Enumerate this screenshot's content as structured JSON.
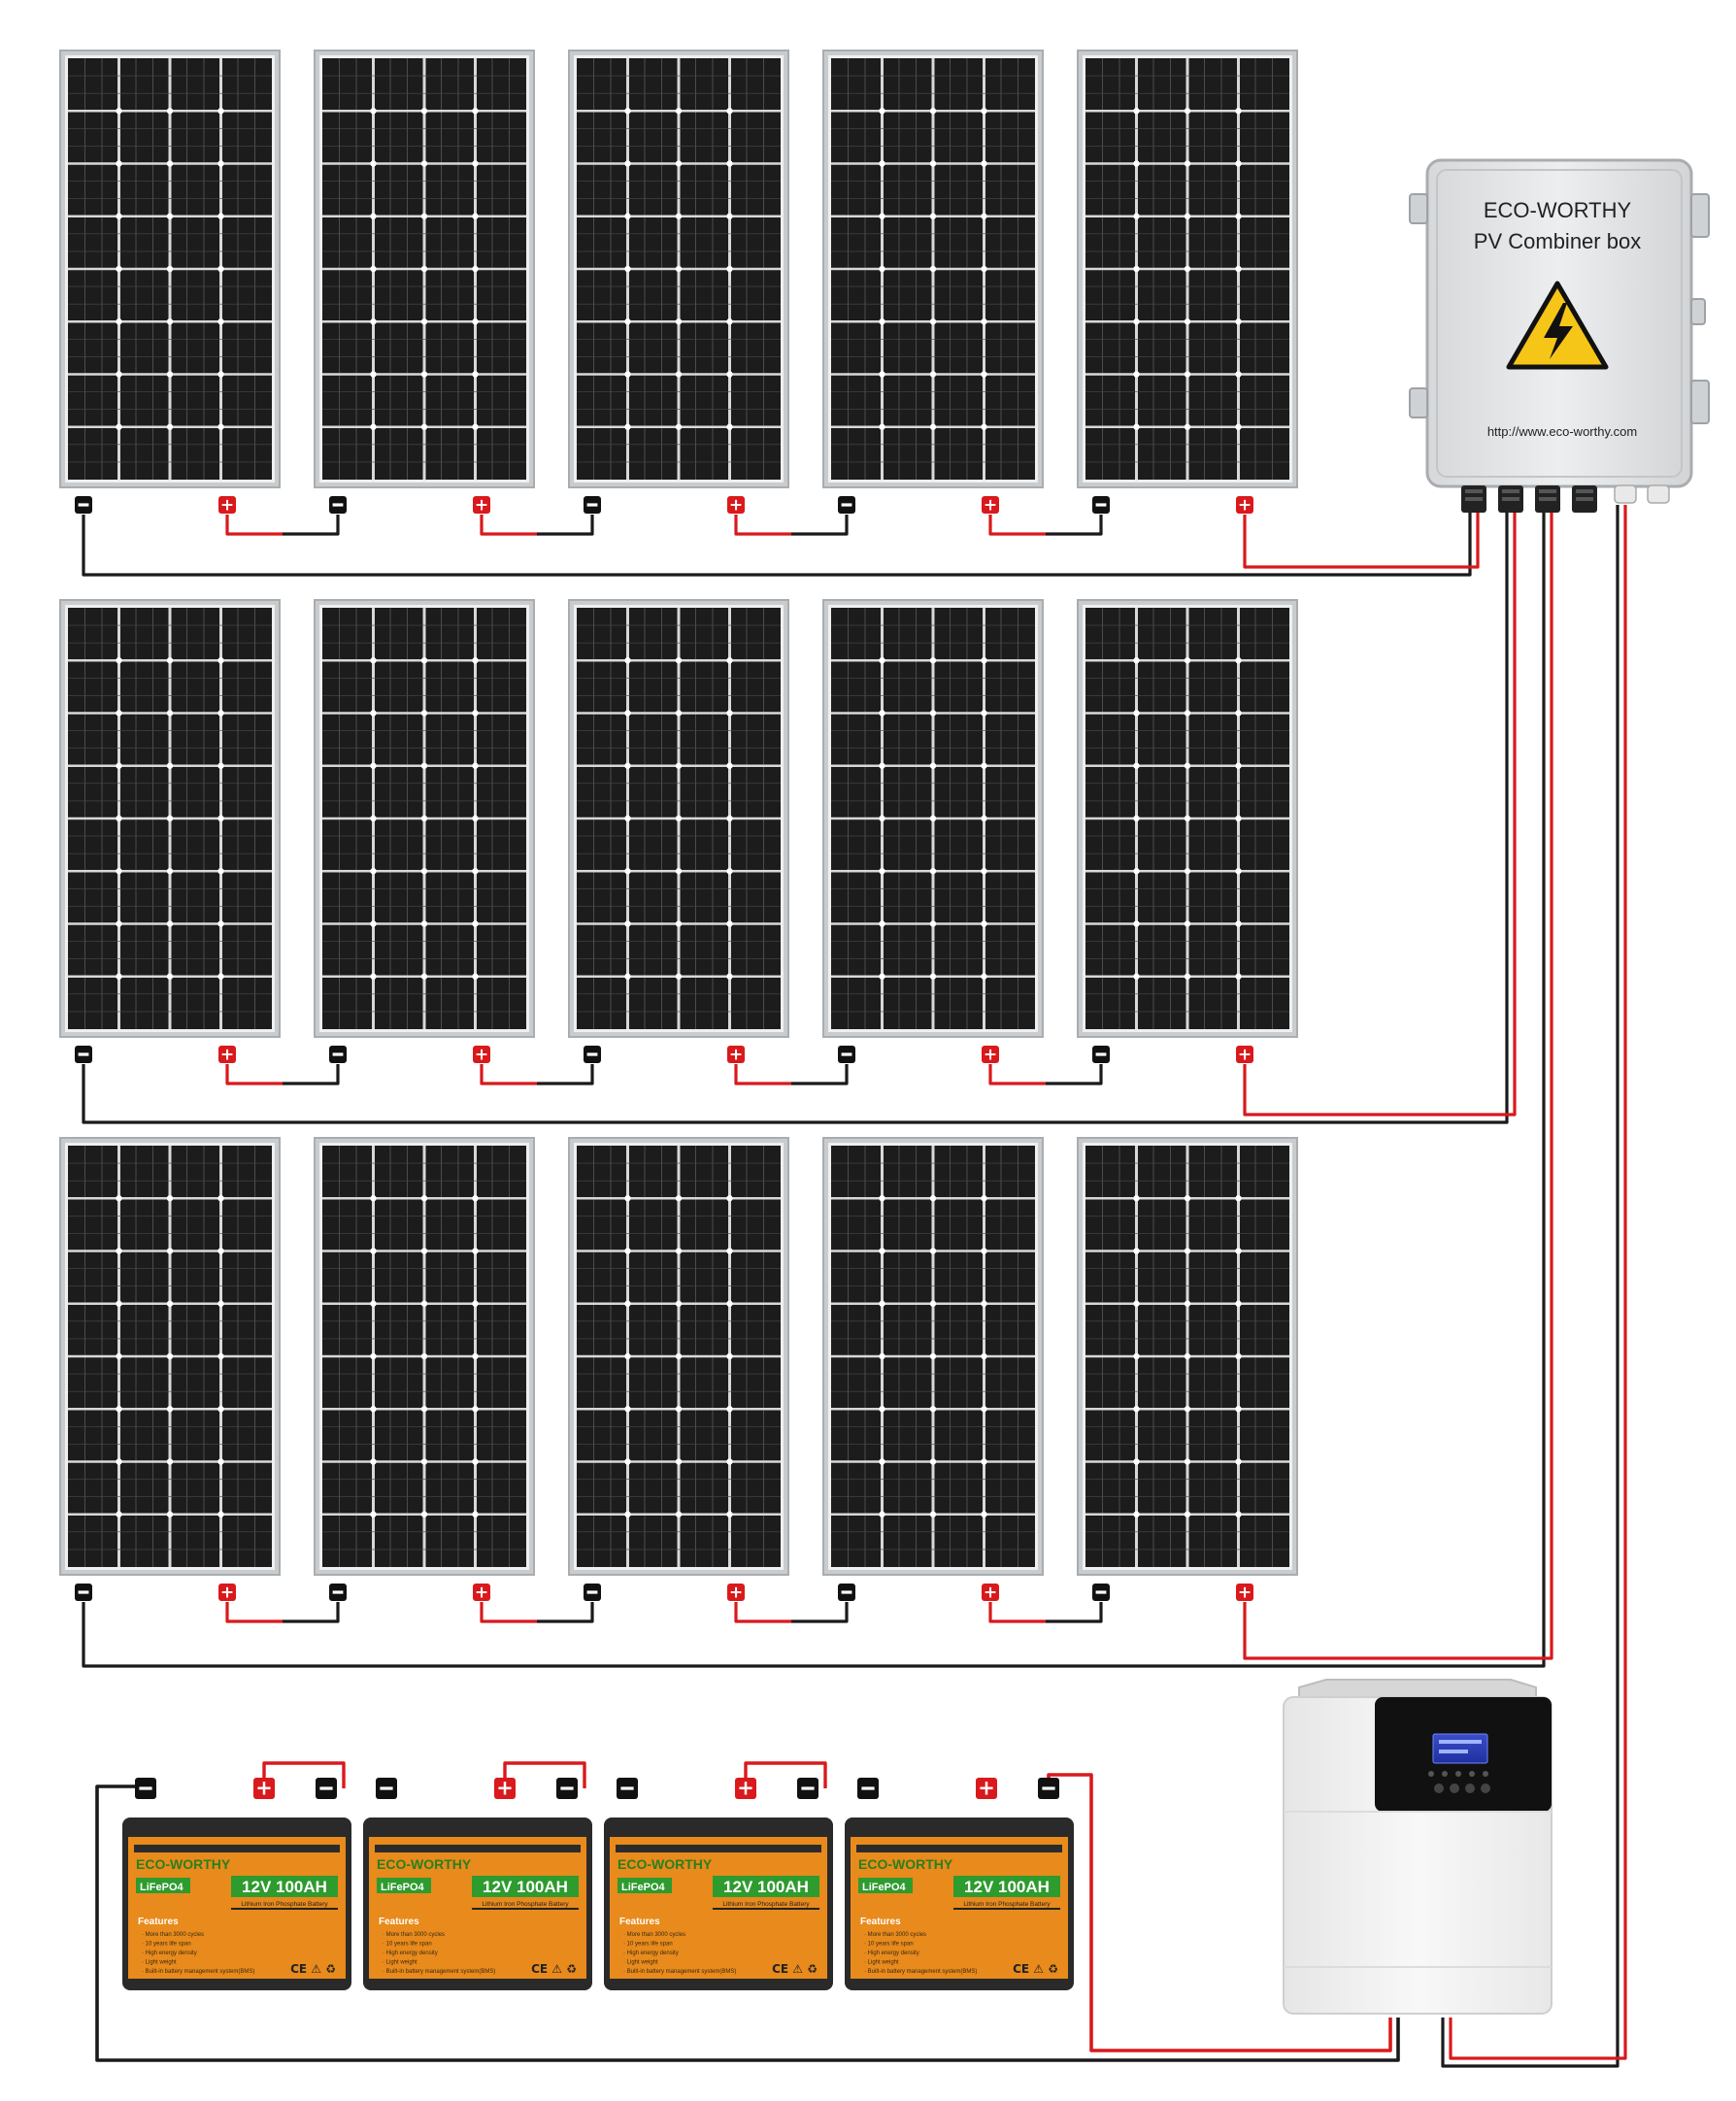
{
  "combiner_box": {
    "brand": "ECO-WORTHY",
    "name": "PV Combiner box",
    "url": "http://www.eco-worthy.com",
    "warning_icon": "high-voltage-warning-icon"
  },
  "panels": {
    "rows": 3,
    "per_row": 5
  },
  "connectors": {
    "positive_symbol": "+",
    "negative_symbol": "−"
  },
  "battery": {
    "count": 4,
    "brand": "ECO-WORTHY",
    "chemistry": "LiFePO4",
    "rating": "12V 100AH",
    "subtitle": "Lithium Iron Phosphate Battery",
    "features_title": "Features",
    "features": [
      "More than 3000 cycles",
      "10 years life span",
      "High energy density",
      "Light weight",
      "Built-in battery management system(BMS)"
    ],
    "marks": "CE  ⚠  ♻"
  },
  "inverter": {
    "display_icon": "lcd-display-icon"
  },
  "colors": {
    "positive_wire": "#d9191c",
    "negative_wire": "#1a1a1a",
    "panel_cell": "#1c1c1c",
    "panel_frame": "#c9cccf",
    "battery_body": "#e88a1c",
    "battery_label": "#2e9b2e",
    "battery_case": "#2a2a2a",
    "box_body": "#e2e4e6"
  }
}
